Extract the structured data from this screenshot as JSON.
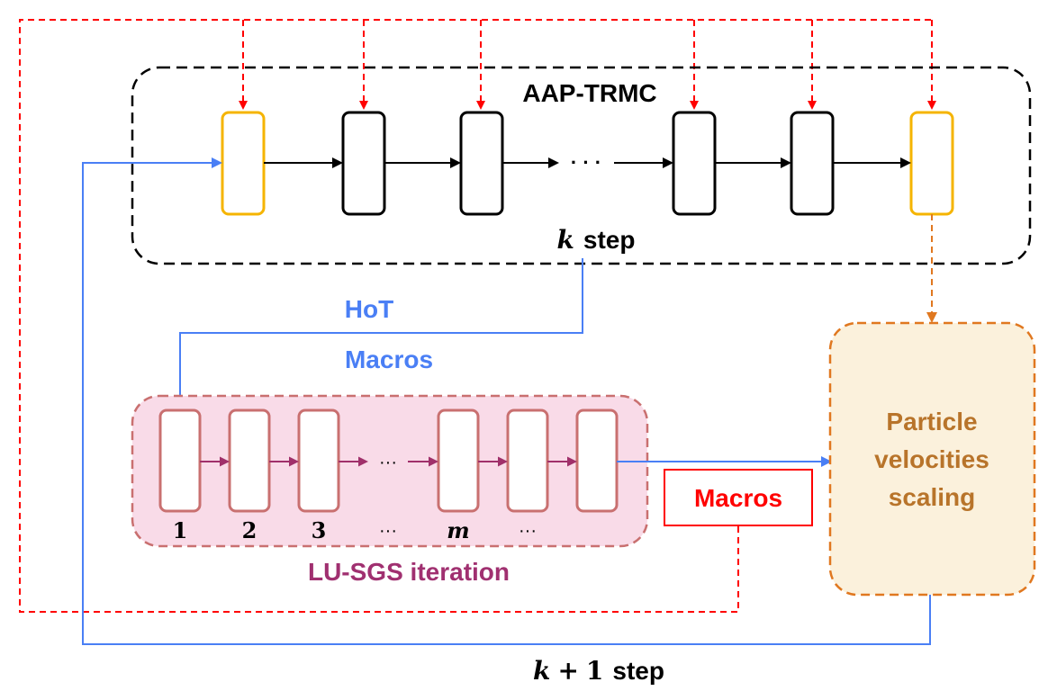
{
  "colors": {
    "red": "#ff0000",
    "blue": "#4a7ff5",
    "black": "#000000",
    "gold": "#f5b400",
    "orange": "#e07820",
    "rose": "#c97070",
    "pink_fill": "#f9dbe8",
    "cream_fill": "#fbf1dc",
    "lu_arrow": "#a0306a",
    "lu_label": "#a03070",
    "particle_label": "#b8742a"
  },
  "trmc": {
    "title": "AAP-TRMC",
    "dots": "· · ·",
    "step_var": "k",
    "step_word": "step"
  },
  "hot_label": "HoT",
  "macros_blue": "Macros",
  "macros_red": "Macros",
  "lu_sgs": {
    "label": "LU-SGS iteration",
    "dots": "···",
    "numbers": [
      "1",
      "2",
      "3",
      "···",
      "m",
      "···"
    ]
  },
  "particle": {
    "line1": "Particle",
    "line2": "velocities",
    "line3": "scaling"
  },
  "k1_step": {
    "var": "k",
    "op": "+",
    "one": "1",
    "word": "step"
  }
}
